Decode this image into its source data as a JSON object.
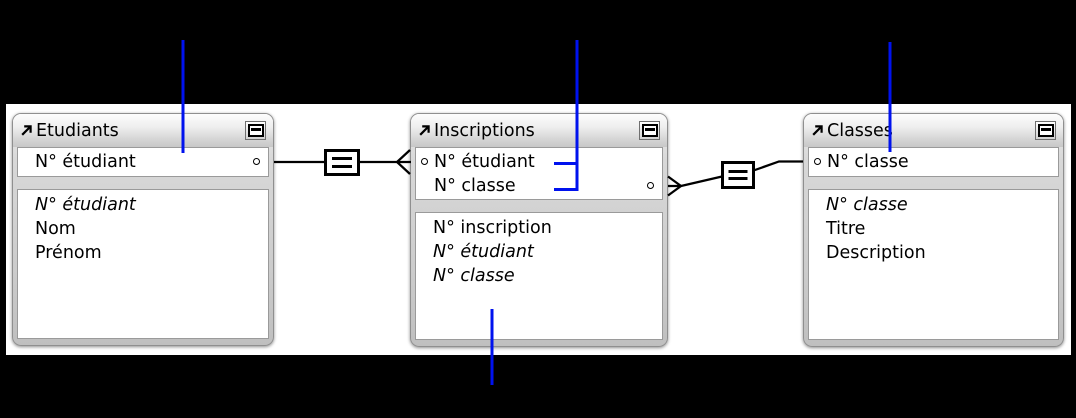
{
  "ui": {
    "colors": {
      "frame": "#000000",
      "canvas": "#ffffff",
      "annotation_blue": "#0012ee",
      "table_chrome": "#cccccc"
    }
  },
  "tables": [
    {
      "title": "Etudiants",
      "key_fields": [
        "N° étudiant"
      ],
      "fields": [
        {
          "name": "N° étudiant",
          "italic": true
        },
        {
          "name": "Nom",
          "italic": false
        },
        {
          "name": "Prénom",
          "italic": false
        }
      ]
    },
    {
      "title": "Inscriptions",
      "key_fields": [
        "N° étudiant",
        "N° classe"
      ],
      "fields": [
        {
          "name": "N° inscription",
          "italic": false
        },
        {
          "name": "N° étudiant",
          "italic": true
        },
        {
          "name": "N° classe",
          "italic": true
        }
      ]
    },
    {
      "title": "Classes",
      "key_fields": [
        "N° classe"
      ],
      "fields": [
        {
          "name": "N° classe",
          "italic": true
        },
        {
          "name": "Titre",
          "italic": false
        },
        {
          "name": "Description",
          "italic": false
        }
      ]
    }
  ],
  "relationships": [
    {
      "operator": "=",
      "left_table": "Etudiants",
      "left_field": "N° étudiant",
      "right_table": "Inscriptions",
      "right_field": "N° étudiant"
    },
    {
      "operator": "=",
      "left_table": "Inscriptions",
      "left_field": "N° classe",
      "right_table": "Classes",
      "right_field": "N° classe"
    }
  ]
}
